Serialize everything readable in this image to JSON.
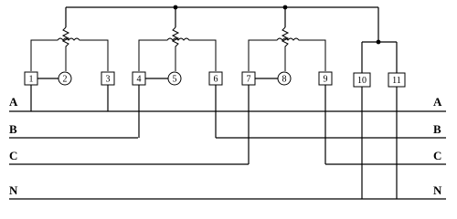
{
  "phases_left": [
    "A",
    "B",
    "C",
    "N"
  ],
  "phases_right": [
    "A",
    "B",
    "C",
    "N"
  ],
  "terminals": {
    "t1": "1",
    "t2": "2",
    "t3": "3",
    "t4": "4",
    "t5": "5",
    "t6": "6",
    "t7": "7",
    "t8": "8",
    "t9": "9",
    "t10": "10",
    "t11": "11"
  }
}
